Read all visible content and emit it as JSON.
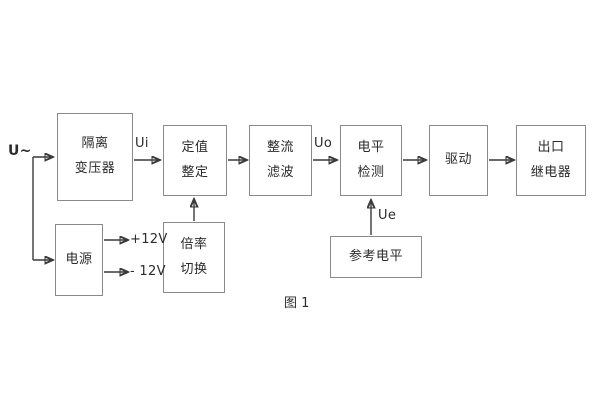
{
  "figure": {
    "caption": "图 1",
    "colors": {
      "background": "#ffffff",
      "box_border": "#8a8a8a",
      "text": "#2b2b2b",
      "wire": "#3a3a3a"
    }
  },
  "blocks": [
    {
      "id": "isolation-transformer",
      "line1": "隔离",
      "line2": "变压器"
    },
    {
      "id": "setting-value",
      "line1": "定值",
      "line2": "整定"
    },
    {
      "id": "rectifier-filter",
      "line1": "整流",
      "line2": "滤波"
    },
    {
      "id": "level-detection",
      "line1": "电平",
      "line2": "检测"
    },
    {
      "id": "driver",
      "line1": "驱动",
      "line2": ""
    },
    {
      "id": "output-relay",
      "line1": "出口",
      "line2": "继电器"
    },
    {
      "id": "power-supply",
      "line1": "电源",
      "line2": ""
    },
    {
      "id": "multiplier-switch",
      "line1": "倍率",
      "line2": "切换"
    },
    {
      "id": "reference-level",
      "line1": "参考电平",
      "line2": ""
    }
  ],
  "signals": {
    "input_source": "U~",
    "ui": "Ui",
    "uo": "Uo",
    "ue": "Ue",
    "rail_positive": "+12V",
    "rail_negative": "- 12V"
  }
}
